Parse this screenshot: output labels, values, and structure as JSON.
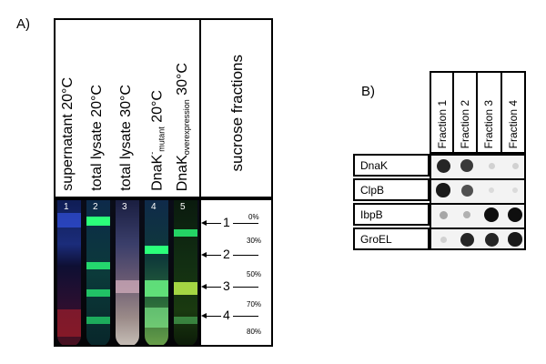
{
  "panel_a": {
    "label": "A)",
    "lanes": [
      {
        "number": "1",
        "header_main": "supernatant 20°C",
        "header_super": "",
        "header_sub": "",
        "header_tail": ""
      },
      {
        "number": "2",
        "header_main": "total lysate 20°C",
        "header_super": "",
        "header_sub": "",
        "header_tail": ""
      },
      {
        "number": "3",
        "header_main": "total lysate 30°C",
        "header_super": "",
        "header_sub": "",
        "header_tail": ""
      },
      {
        "number": "4",
        "header_main": "DnaK",
        "header_super": "-",
        "header_sub": "mutant",
        "header_tail": " 20°C"
      },
      {
        "number": "5",
        "header_main": "DnaK",
        "header_super": "",
        "header_sub": "overexpression",
        "header_tail": " 30°C"
      }
    ],
    "sucrose_header": "sucrose fractions",
    "percent_labels": [
      "0%",
      "30%",
      "50%",
      "70%",
      "80%"
    ],
    "fraction_markers": [
      "1",
      "2",
      "3",
      "4"
    ]
  },
  "panel_b": {
    "label": "B)",
    "columns": [
      "Fraction 1",
      "Fraction 2",
      "Fraction 3",
      "Fraction 4"
    ],
    "rows": [
      {
        "name": "DnaK",
        "intensity": [
          0.9,
          0.8,
          0.1,
          0.1
        ]
      },
      {
        "name": "ClpB",
        "intensity": [
          0.95,
          0.7,
          0.05,
          0.05
        ]
      },
      {
        "name": "IbpB",
        "intensity": [
          0.3,
          0.25,
          1.0,
          1.0
        ]
      },
      {
        "name": "GroEL",
        "intensity": [
          0.1,
          0.9,
          0.9,
          0.95
        ]
      }
    ]
  },
  "colors": {
    "band_green": "#2bff7a",
    "band_yellow": "#c8ff50",
    "band_blue": "#3a5cff",
    "band_red": "#b0202c",
    "band_pink": "#d8b2c0",
    "blot_dark": "#111111"
  }
}
